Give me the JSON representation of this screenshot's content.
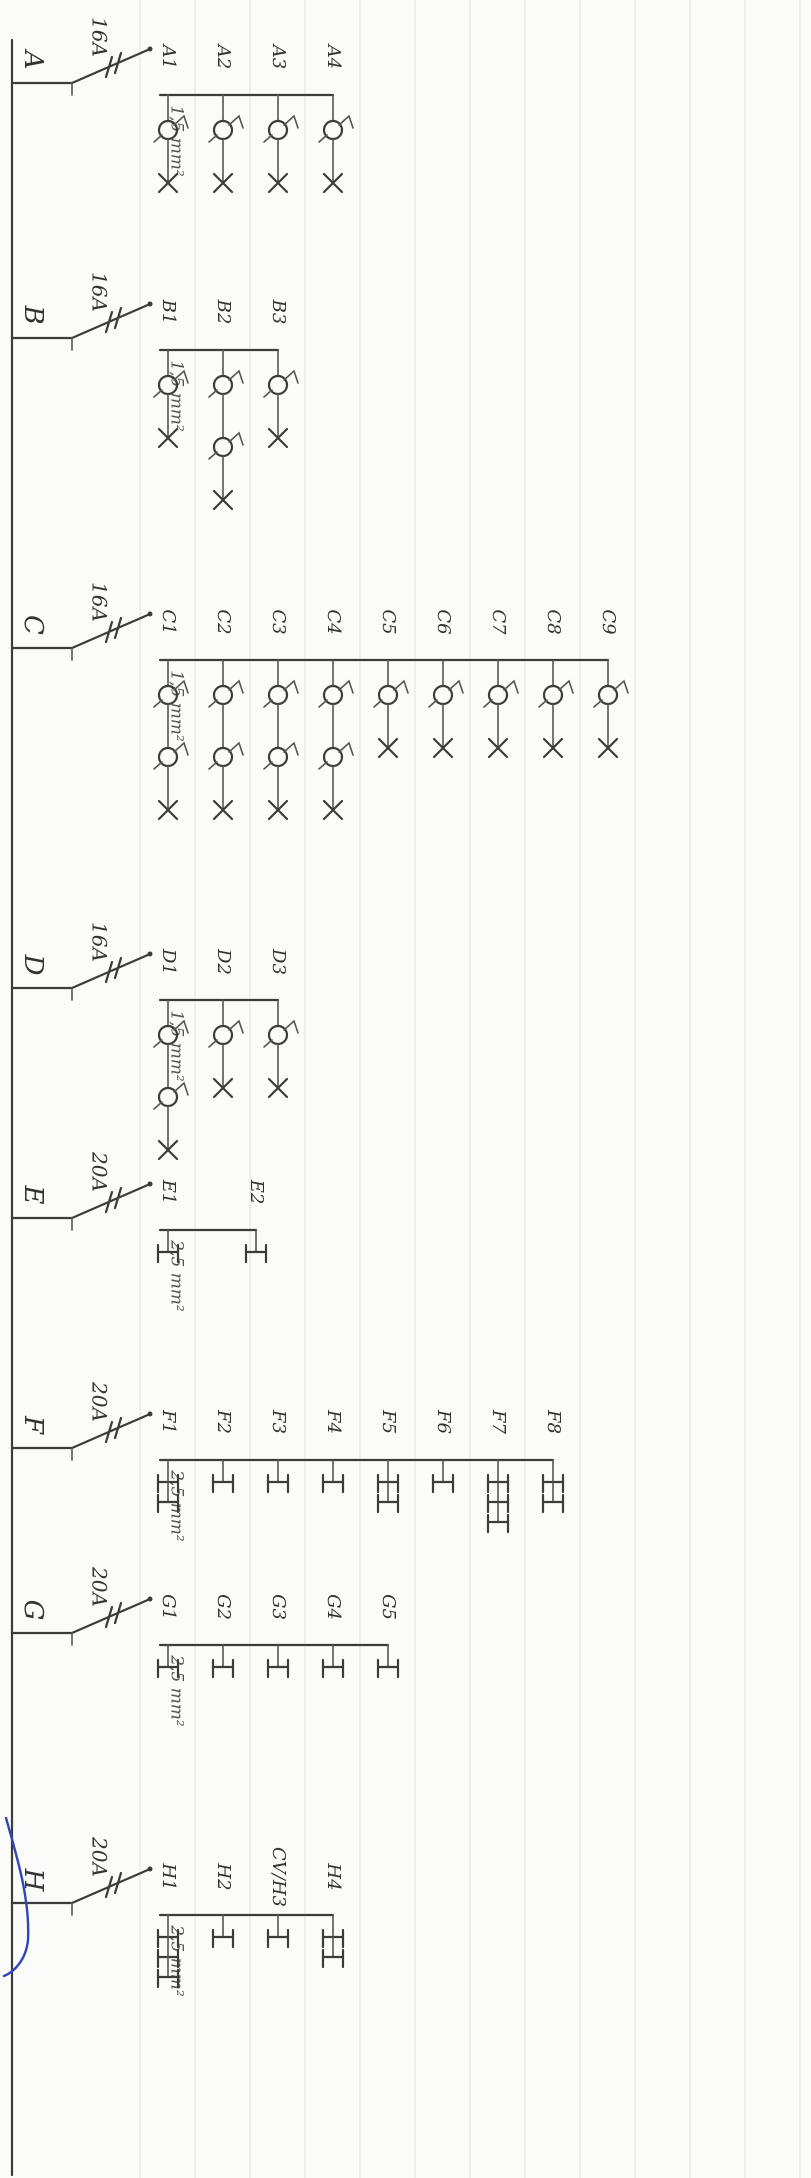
{
  "circuits": [
    {
      "id": "A",
      "breaker": "16A",
      "section": "1,5 mm²",
      "items": [
        {
          "label": "A1",
          "kind": "light",
          "lamps": 1
        },
        {
          "label": "A2",
          "kind": "light",
          "lamps": 1
        },
        {
          "label": "A3",
          "kind": "light",
          "lamps": 1
        },
        {
          "label": "A4",
          "kind": "light",
          "lamps": 1
        }
      ]
    },
    {
      "id": "B",
      "breaker": "16A",
      "section": "1,5 mm²",
      "items": [
        {
          "label": "B1",
          "kind": "light",
          "lamps": 1
        },
        {
          "label": "B2",
          "kind": "light",
          "lamps": 2
        },
        {
          "label": "B3",
          "kind": "light",
          "lamps": 1
        }
      ]
    },
    {
      "id": "C",
      "breaker": "16A",
      "section": "1,5 mm²",
      "items": [
        {
          "label": "C1",
          "kind": "light",
          "lamps": 2
        },
        {
          "label": "C2",
          "kind": "light",
          "lamps": 2
        },
        {
          "label": "C3",
          "kind": "light",
          "lamps": 2
        },
        {
          "label": "C4",
          "kind": "light",
          "lamps": 2
        },
        {
          "label": "C5",
          "kind": "light",
          "lamps": 1
        },
        {
          "label": "C6",
          "kind": "light",
          "lamps": 1
        },
        {
          "label": "C7",
          "kind": "light",
          "lamps": 1
        },
        {
          "label": "C8",
          "kind": "light",
          "lamps": 1
        },
        {
          "label": "C9",
          "kind": "light",
          "lamps": 1
        }
      ]
    },
    {
      "id": "D",
      "breaker": "16A",
      "section": "1,5 mm²",
      "items": [
        {
          "label": "D1",
          "kind": "light",
          "lamps": 2
        },
        {
          "label": "D2",
          "kind": "light",
          "lamps": 1
        },
        {
          "label": "D3",
          "kind": "light",
          "lamps": 1
        }
      ]
    },
    {
      "id": "E",
      "breaker": "20A",
      "section": "2,5 mm²",
      "items": [
        {
          "label": "E1",
          "kind": "socket",
          "sockets": 1
        },
        {
          "label": "E2",
          "kind": "socket",
          "sockets": 1
        }
      ]
    },
    {
      "id": "F",
      "breaker": "20A",
      "section": "2,5 mm²",
      "items": [
        {
          "label": "F1",
          "kind": "socket",
          "sockets": 2
        },
        {
          "label": "F2",
          "kind": "socket",
          "sockets": 1
        },
        {
          "label": "F3",
          "kind": "socket",
          "sockets": 1
        },
        {
          "label": "F4",
          "kind": "socket",
          "sockets": 1
        },
        {
          "label": "F5",
          "kind": "socket",
          "sockets": 2
        },
        {
          "label": "F6",
          "kind": "socket",
          "sockets": 1
        },
        {
          "label": "F7",
          "kind": "socket",
          "sockets": 3
        },
        {
          "label": "F8",
          "kind": "socket",
          "sockets": 2
        }
      ]
    },
    {
      "id": "G",
      "breaker": "20A",
      "section": "2,5 mm²",
      "items": [
        {
          "label": "G1",
          "kind": "socket",
          "sockets": 1
        },
        {
          "label": "G2",
          "kind": "socket",
          "sockets": 1
        },
        {
          "label": "G3",
          "kind": "socket",
          "sockets": 1
        },
        {
          "label": "G4",
          "kind": "socket",
          "sockets": 1
        },
        {
          "label": "G5",
          "kind": "socket",
          "sockets": 1
        }
      ]
    },
    {
      "id": "H",
      "breaker": "20A",
      "section": "2,5 mm²",
      "items": [
        {
          "label": "H1",
          "kind": "socket",
          "sockets": 3
        },
        {
          "label": "H2",
          "kind": "socket",
          "sockets": 1
        },
        {
          "label": "CV/H3",
          "kind": "socket",
          "sockets": 1
        },
        {
          "label": "H4",
          "kind": "socket",
          "sockets": 2
        }
      ]
    }
  ],
  "colors": {
    "ink": "#3c3c3c",
    "paper": "#fbfbf9",
    "pen": "#3046b8"
  }
}
